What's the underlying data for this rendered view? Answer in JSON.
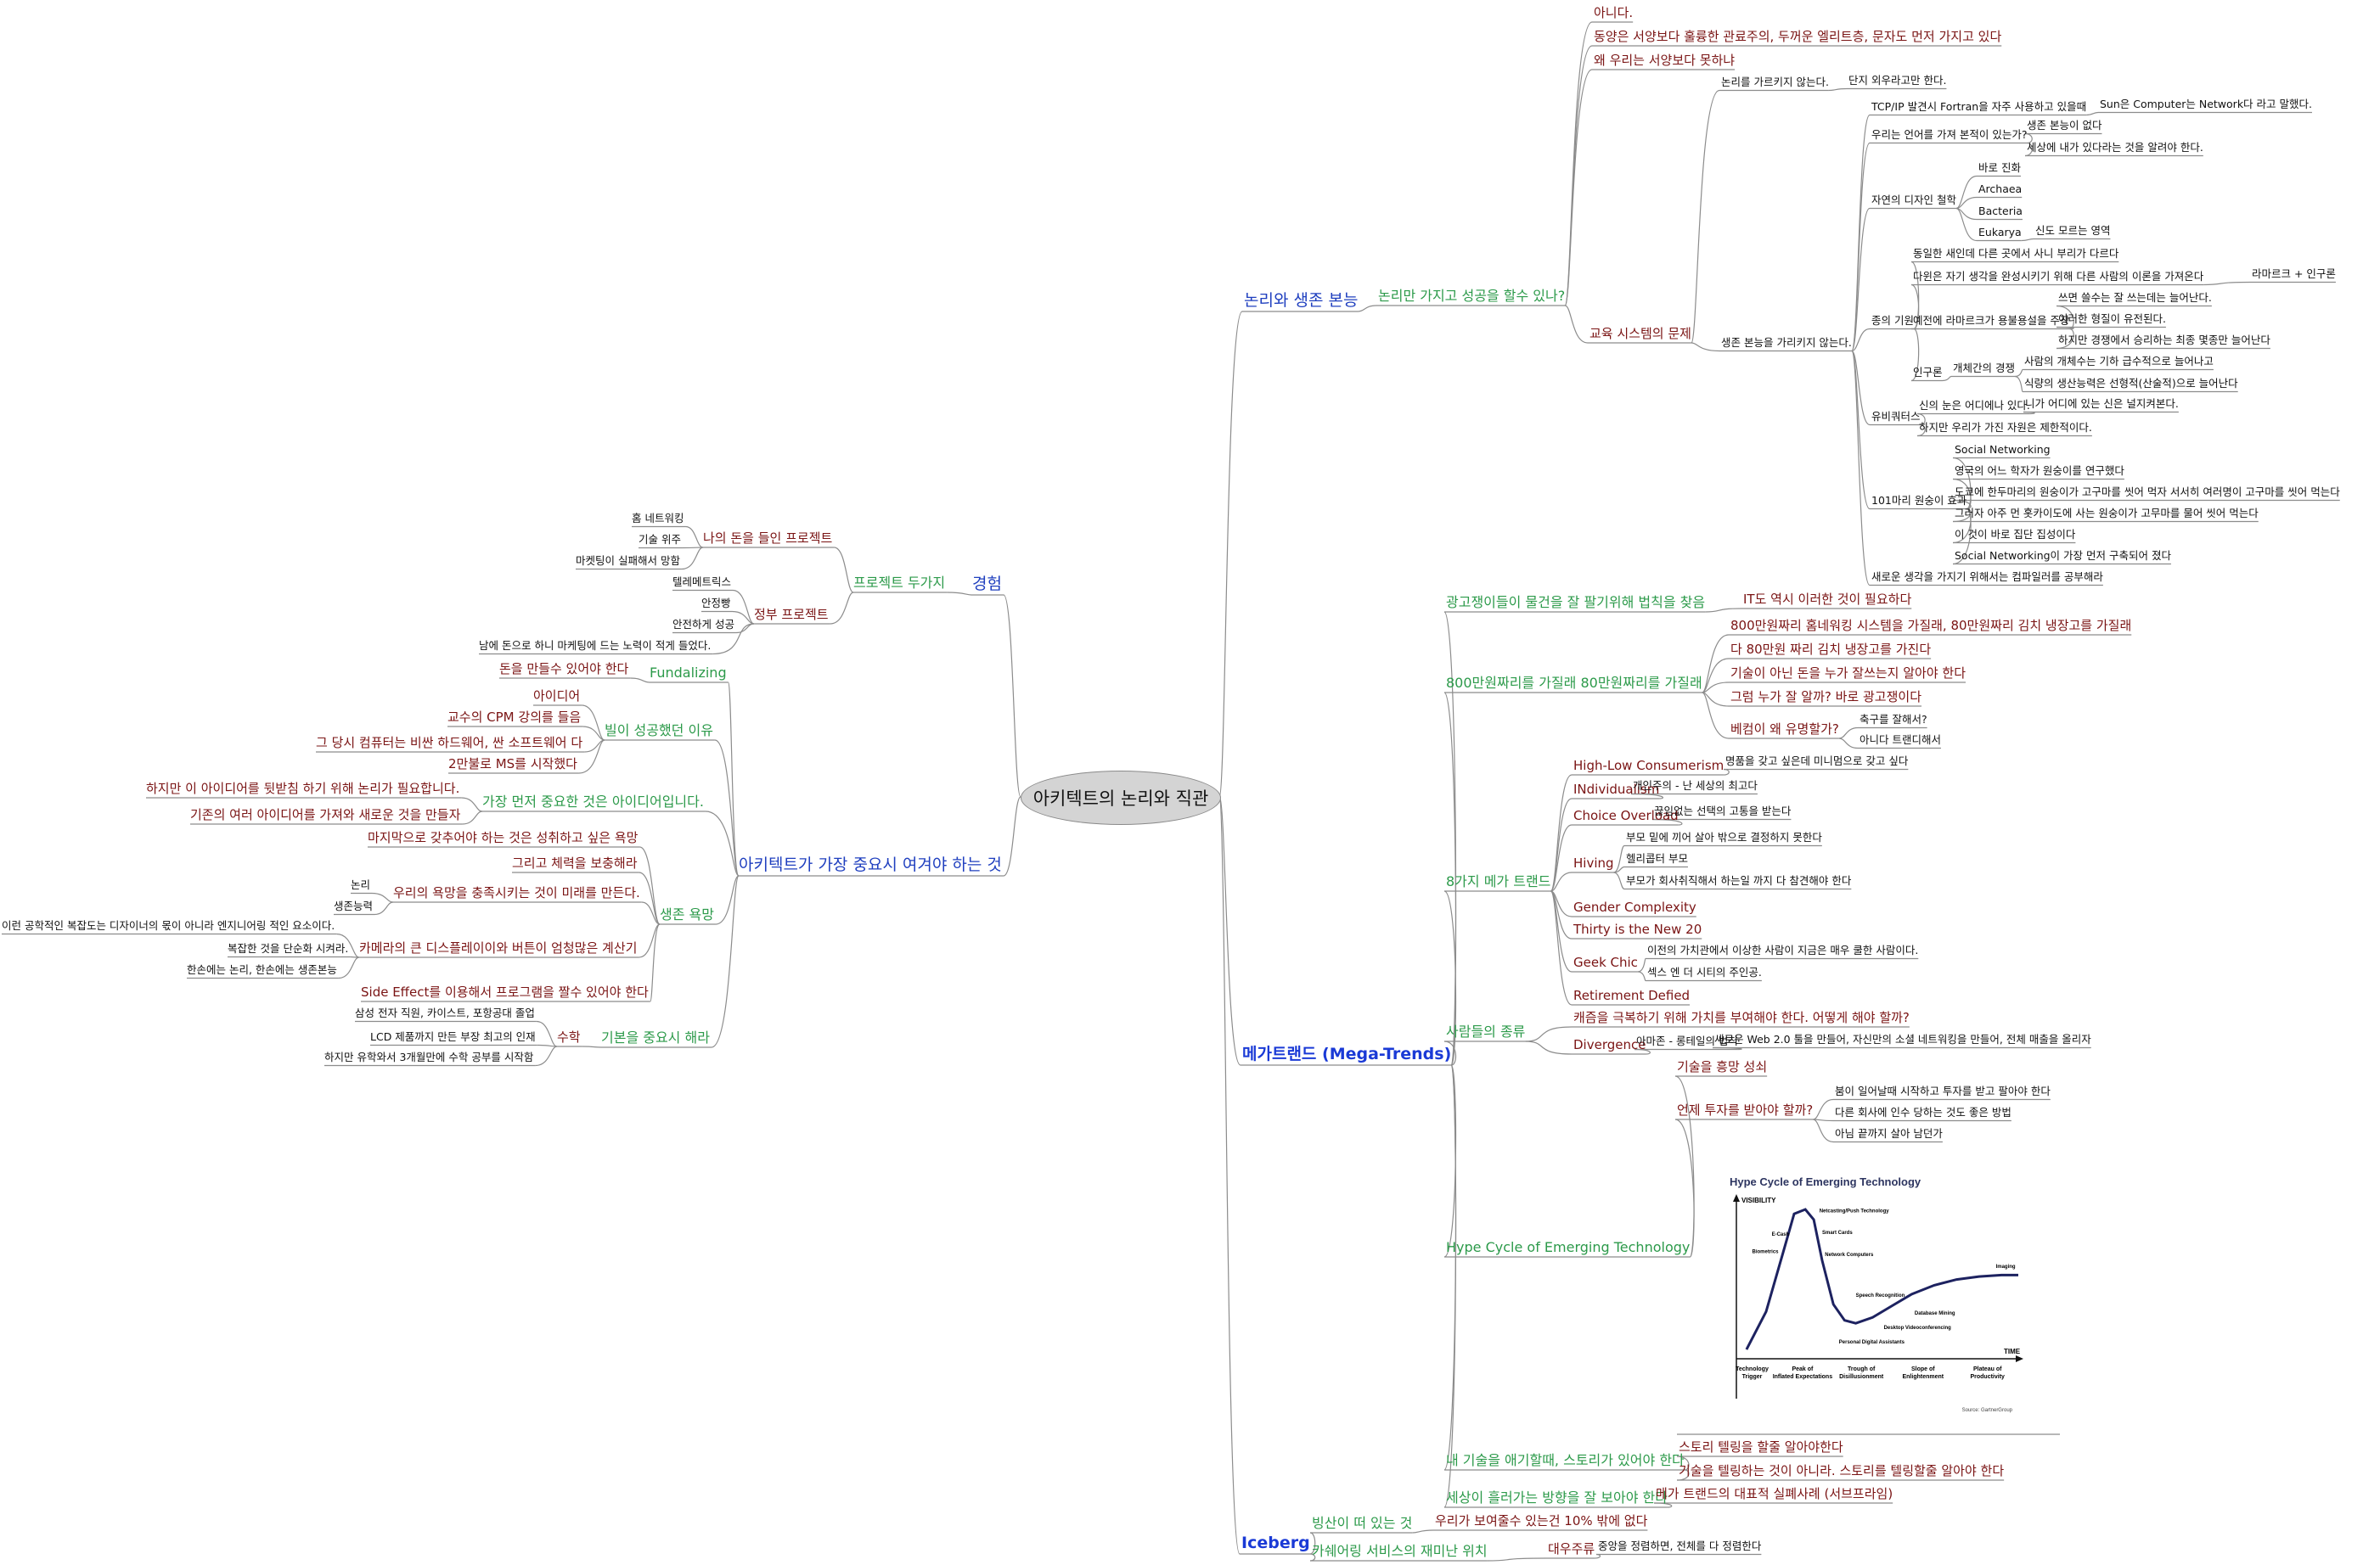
{
  "root": "아키텍트의 논리와 직관",
  "colors": {
    "level1": "#1f3fbf",
    "level2": "#2c9a4a",
    "level3": "#7a1414",
    "leaf": "#111111",
    "connector": "#8c8c8c",
    "root_fill": "#d4d4d4"
  },
  "nodes": [
    {
      "id": "n1",
      "t": "논리와 생존 본능",
      "c": "blue"
    },
    {
      "id": "n1a",
      "t": "논리만 가지고 성공을 할수 있나?",
      "c": "green"
    },
    {
      "id": "n1a1",
      "t": "아니다.",
      "c": "red"
    },
    {
      "id": "n1a2",
      "t": "동양은 서양보다 훌륭한 관료주의, 두꺼운 엘리트층, 문자도 먼저 가지고 있다",
      "c": "red"
    },
    {
      "id": "n1a3",
      "t": "왜 우리는 서양보다 못하냐",
      "c": "red"
    },
    {
      "id": "n1a4",
      "t": "교육 시스템의 문제",
      "c": "red"
    },
    {
      "id": "n1a4a",
      "t": "논리를 가르키지 않는다.",
      "c": "black"
    },
    {
      "id": "n1a4a1",
      "t": "단지 외우라고만 한다.",
      "c": "black"
    },
    {
      "id": "n1a4b",
      "t": "생존 본능을 가리키지 않는다.",
      "c": "black"
    },
    {
      "id": "b1",
      "t": "TCP/IP 발견시 Fortran을 자주 사용하고 있을때",
      "c": "black"
    },
    {
      "id": "b1a",
      "t": "Sun은 Computer는 Network다 라고 말했다.",
      "c": "black"
    },
    {
      "id": "b2",
      "t": "우리는 언어를 가져 본적이 있는가?",
      "c": "black"
    },
    {
      "id": "b2a",
      "t": "생존 본능이 없다",
      "c": "black"
    },
    {
      "id": "b2b",
      "t": "세상에 내가 있다라는 것을 알려야 한다.",
      "c": "black"
    },
    {
      "id": "b3",
      "t": "자연의 디자인 철학",
      "c": "black"
    },
    {
      "id": "b3a",
      "t": "바로 진화",
      "c": "black"
    },
    {
      "id": "b3b",
      "t": "Archaea",
      "c": "black"
    },
    {
      "id": "b3c",
      "t": "Bacteria",
      "c": "black"
    },
    {
      "id": "b3d",
      "t": "Eukarya",
      "c": "black"
    },
    {
      "id": "b3d1",
      "t": "신도 모르는 영역",
      "c": "black"
    },
    {
      "id": "b4",
      "t": "종의 기원",
      "c": "black"
    },
    {
      "id": "b4a",
      "t": "동일한 새인데 다른 곳에서 사니 부리가 다르다",
      "c": "black"
    },
    {
      "id": "b4b",
      "t": "다윈은 자기 생각을 완성시키기 위해 다른 사람의 이론을 가져온다",
      "c": "black"
    },
    {
      "id": "b4b1",
      "t": "라마르크  + 인구론",
      "c": "black"
    },
    {
      "id": "b4c",
      "t": "예전에 라마르크가 용불용설을 주장",
      "c": "black"
    },
    {
      "id": "b4c1",
      "t": "쓰면 쓸수는 잘 쓰는데는 늘어난다.",
      "c": "black"
    },
    {
      "id": "b4c2",
      "t": "이러한 형질이 유전된다.",
      "c": "black"
    },
    {
      "id": "b4c3",
      "t": "하지만 경쟁에서 승리하는 최종 몇종만 늘어난다",
      "c": "black"
    },
    {
      "id": "b4d",
      "t": "인구론",
      "c": "black"
    },
    {
      "id": "b4d1",
      "t": "개체간의 경쟁",
      "c": "black"
    },
    {
      "id": "b4d1a",
      "t": "사람의 개체수는 기하 급수적으로 늘어나고",
      "c": "black"
    },
    {
      "id": "b4d1b",
      "t": "식량의 생산능력은 선형적(산술적)으로 늘어난다",
      "c": "black"
    },
    {
      "id": "b5",
      "t": "유비쿼터스",
      "c": "black"
    },
    {
      "id": "b5a",
      "t": "신의 눈은 어디에나 있다.",
      "c": "black"
    },
    {
      "id": "b5a1",
      "t": "니가 어디에 있는 신은 널지켜본다.",
      "c": "black"
    },
    {
      "id": "b5b",
      "t": "하지만 우리가 가진 자원은 제한적이다.",
      "c": "black"
    },
    {
      "id": "b6",
      "t": "101마리 원숭이 효과",
      "c": "black"
    },
    {
      "id": "b6a",
      "t": "Social Networking",
      "c": "black"
    },
    {
      "id": "b6b",
      "t": "영국의 어느 학자가 원숭이를 연구했다",
      "c": "black"
    },
    {
      "id": "b6c",
      "t": "도쿄에 한두마리의 원숭이가 고구마를 씻어 먹자 서서히 여러명이 고구마를 씻어 먹는다",
      "c": "black"
    },
    {
      "id": "b6d",
      "t": "그러자 아주 먼 홋카이도에 사는 원숭이가 고무마를 물어 씻어 먹는다",
      "c": "black"
    },
    {
      "id": "b6e",
      "t": "이 것이 바로 집단 집성이다",
      "c": "black"
    },
    {
      "id": "b6f",
      "t": "Social Networking이 가장 먼저 구축되어 졌다",
      "c": "black"
    },
    {
      "id": "b7",
      "t": "새로운 생각을 가지기 위해서는 컴파일러를 공부해라",
      "c": "black"
    },
    {
      "id": "m",
      "t": "메가트랜드 (Mega-Trends)",
      "c": "blueb"
    },
    {
      "id": "m1",
      "t": "광고쟁이들이 물건을 잘 팔기위해 법칙을 찾음",
      "c": "green"
    },
    {
      "id": "m1a",
      "t": "IT도 역시 이러한 것이 필요하다",
      "c": "red"
    },
    {
      "id": "m2",
      "t": "800만원짜리를 가질래 80만원짜리를 가질래",
      "c": "green"
    },
    {
      "id": "m2a",
      "t": "800만원짜리 홈네워킹 시스템을 가질래, 80만원짜리 김치 냉장고를 가질래",
      "c": "red"
    },
    {
      "id": "m2b",
      "t": "다 80만원 짜리 김치 냉장고를 가진다",
      "c": "red"
    },
    {
      "id": "m2c",
      "t": "기술이 아닌 돈을 누가 잘쓰는지 알아야 한다",
      "c": "red"
    },
    {
      "id": "m2d",
      "t": "그럼 누가 잘 알까? 바로 광고쟁이다",
      "c": "red"
    },
    {
      "id": "m2e",
      "t": "베컴이 왜 유명할가?",
      "c": "red"
    },
    {
      "id": "m2e1",
      "t": "축구를 잘해서?",
      "c": "black"
    },
    {
      "id": "m2e2",
      "t": "아니다 트랜디해서",
      "c": "black"
    },
    {
      "id": "m3",
      "t": "8가지 메가 트랜드",
      "c": "green"
    },
    {
      "id": "m3a",
      "t": "High-Low Consumerism",
      "c": "red"
    },
    {
      "id": "m3a1",
      "t": "명품을 갖고 싶은데 미니멈으로 갖고 싶다",
      "c": "black"
    },
    {
      "id": "m3b",
      "t": "INdividualism",
      "c": "red"
    },
    {
      "id": "m3b1",
      "t": "개인주의 - 난 세상의 최고다",
      "c": "black"
    },
    {
      "id": "m3c",
      "t": "Choice Overload",
      "c": "red"
    },
    {
      "id": "m3c1",
      "t": "끊임없는 선택의 고통을 받는다",
      "c": "black"
    },
    {
      "id": "m3d",
      "t": "Hiving",
      "c": "red"
    },
    {
      "id": "m3d1",
      "t": "부모 밑에 끼어 살아 밖으로 결정하지 못한다",
      "c": "black"
    },
    {
      "id": "m3d2",
      "t": "헬리콥터 부모",
      "c": "black"
    },
    {
      "id": "m3d3",
      "t": "부모가 회사취직해서 하는일 까지 다 참견해야 한다",
      "c": "black"
    },
    {
      "id": "m3e",
      "t": "Gender Complexity",
      "c": "red"
    },
    {
      "id": "m3f",
      "t": "Thirty is the New 20",
      "c": "red"
    },
    {
      "id": "m3g",
      "t": "Geek Chic",
      "c": "red"
    },
    {
      "id": "m3g1",
      "t": "이전의 가치관에서 이상한 사람이 지금은 매우 쿨한 사람이다.",
      "c": "black"
    },
    {
      "id": "m3g2",
      "t": "섹스 엔 더 시티의 주인공.",
      "c": "black"
    },
    {
      "id": "m3h",
      "t": "Retirement Defied",
      "c": "red"
    },
    {
      "id": "m4",
      "t": "사람들의 종류",
      "c": "green"
    },
    {
      "id": "m4a",
      "t": "캐즘을 극복하기 위해 가치를 부여해야 한다. 어떻게 해야 할까?",
      "c": "red"
    },
    {
      "id": "m4b",
      "t": "Divergence",
      "c": "red"
    },
    {
      "id": "m4b1",
      "t": "아마존 - 롱테일의 법칙",
      "c": "black"
    },
    {
      "id": "m4b1a",
      "t": "새로운 Web 2.0 툴을 만들어, 자신만의 소셜 네트워킹을 만들어, 전체 매출을 올리자",
      "c": "black"
    },
    {
      "id": "m5",
      "t": "Hype Cycle of Emerging Technology",
      "c": "green"
    },
    {
      "id": "m5a",
      "t": "기술을 흥망 성쇠",
      "c": "red"
    },
    {
      "id": "m5b",
      "t": "언제 투자를 받아야 할까?",
      "c": "red"
    },
    {
      "id": "m5b1",
      "t": "붐이 일어날때 시작하고 투자를 받고 팔아야 한다",
      "c": "black"
    },
    {
      "id": "m5b2",
      "t": "다른 회사에 인수 당하는 것도 좋은 방법",
      "c": "black"
    },
    {
      "id": "m5b3",
      "t": "아님 끝까지 살아 남던가",
      "c": "black"
    },
    {
      "id": "m6",
      "t": "내 기술을 애기할때, 스토리가 있어야 한다",
      "c": "green"
    },
    {
      "id": "m6a",
      "t": "스토리 텔링을 할줄 알아야한다",
      "c": "red"
    },
    {
      "id": "m6b",
      "t": "기술을 텔링하는 것이 아니라. 스토리를 텔링할줄 알아야 한다",
      "c": "red"
    },
    {
      "id": "m7",
      "t": "세상이 흘러가는 방향을 잘 보아야 한다",
      "c": "green"
    },
    {
      "id": "m7a",
      "t": "메가 트랜드의 대표적 실폐사례 (서브프라임)",
      "c": "red"
    },
    {
      "id": "i",
      "t": "Iceberg",
      "c": "blueb"
    },
    {
      "id": "i1",
      "t": "빙산이 떠 있는 것",
      "c": "green"
    },
    {
      "id": "i1a",
      "t": "우리가 보여줄수 있는건 10% 밖에 없다",
      "c": "red"
    },
    {
      "id": "i2",
      "t": "카쉐어링 서비스의 재미난 위치",
      "c": "green"
    },
    {
      "id": "i2a",
      "t": "대우주류",
      "c": "red"
    },
    {
      "id": "i2a1",
      "t": "중앙을 정렴하면, 전체를 다 정렴한다",
      "c": "black"
    },
    {
      "id": "e",
      "t": "경험",
      "c": "blue"
    },
    {
      "id": "e1",
      "t": "프로젝트 두가지",
      "c": "green"
    },
    {
      "id": "e1a",
      "t": "나의 돈을 들인 프로젝트",
      "c": "red"
    },
    {
      "id": "e1a1",
      "t": "홈 네트워킹",
      "c": "black"
    },
    {
      "id": "e1a2",
      "t": "기술 위주",
      "c": "black"
    },
    {
      "id": "e1a3",
      "t": "마켓팅이 실패해서 망함",
      "c": "black"
    },
    {
      "id": "e1b",
      "t": "정부 프로젝트",
      "c": "red"
    },
    {
      "id": "e1b1",
      "t": "텔레메트릭스",
      "c": "black"
    },
    {
      "id": "e1b2",
      "t": "안정빵",
      "c": "black"
    },
    {
      "id": "e1b3",
      "t": "안전하게 성공",
      "c": "black"
    },
    {
      "id": "e1b4",
      "t": "남에 돈으로 하니 마케팅에 드는 노력이 적게 들었다.",
      "c": "black"
    },
    {
      "id": "a",
      "t": "아키텍트가 가장 중요시 여겨야 하는 것",
      "c": "blue"
    },
    {
      "id": "a1",
      "t": "Fundalizing",
      "c": "green"
    },
    {
      "id": "a1a",
      "t": "돈을 만들수 있어야 한다",
      "c": "red"
    },
    {
      "id": "a2",
      "t": "빌이 성공했던 이유",
      "c": "green"
    },
    {
      "id": "a2a",
      "t": "아이디어",
      "c": "red"
    },
    {
      "id": "a2b",
      "t": "교수의 CPM 강의를 들음",
      "c": "red"
    },
    {
      "id": "a2c",
      "t": "그 당시 컴퓨터는 비싼 하드웨어, 싼 소프트웨어 다",
      "c": "red"
    },
    {
      "id": "a2d",
      "t": "2만불로 MS를 시작했다",
      "c": "red"
    },
    {
      "id": "a3",
      "t": "가장 먼저 중요한 것은 아이디어입니다.",
      "c": "green"
    },
    {
      "id": "a3a",
      "t": "하지만 이 아이디어를 뒷받침 하기 위해  논리가 필요합니다.",
      "c": "red"
    },
    {
      "id": "a3b",
      "t": "기존의 여러 아이디어를 가져와 새로운 것을 만들자",
      "c": "red"
    },
    {
      "id": "a4",
      "t": "생존 욕망",
      "c": "green"
    },
    {
      "id": "a4a",
      "t": "마지막으로 갖추어야 하는 것은 성취하고 싶은 욕망",
      "c": "red"
    },
    {
      "id": "a4b",
      "t": "그리고 체력을 보충해라",
      "c": "red"
    },
    {
      "id": "a4c",
      "t": "우리의 욕망을 충족시키는 것이 미래를 만든다.",
      "c": "red"
    },
    {
      "id": "a4c1",
      "t": "논리",
      "c": "black"
    },
    {
      "id": "a4c2",
      "t": "생존능력",
      "c": "black"
    },
    {
      "id": "a4d",
      "t": "카메라의 큰 디스플레이이와 버튼이 엄청많은 계산기",
      "c": "red"
    },
    {
      "id": "a4d1",
      "t": "이런 공학적인 복잡도는 디자이너의 몫이 아니라 엔지니어링 적인 요소이다.",
      "c": "black"
    },
    {
      "id": "a4d2",
      "t": "복잡한 것을 단순화 시켜라.",
      "c": "black"
    },
    {
      "id": "a4d3",
      "t": "한손에는 논리, 한손에는 생존본능",
      "c": "black"
    },
    {
      "id": "a4e",
      "t": "Side Effect를 이용해서 프로그램을 짤수 있어야 한다",
      "c": "red"
    },
    {
      "id": "a5",
      "t": "기본을 중요시 해라",
      "c": "green"
    },
    {
      "id": "a5a",
      "t": "수학",
      "c": "red"
    },
    {
      "id": "a5a1",
      "t": "삼성 전자 직원, 카이스트, 포항공대 졸업",
      "c": "black"
    },
    {
      "id": "a5a2",
      "t": "LCD 제품까지 만든 부장 최고의 인재",
      "c": "black"
    },
    {
      "id": "a5a3",
      "t": "하지만 유학와서 3개월만에 수학 공부를 시작함",
      "c": "black"
    }
  ],
  "hype_cycle": {
    "chart_data": {
      "type": "line",
      "title": "Hype Cycle of Emerging Technology",
      "ylabel": "VISIBILITY",
      "xlabel": "TIME",
      "phases": [
        "Technology Trigger",
        "Peak of Inflated Expectations",
        "Trough of Disillusionment",
        "Slope of Enlightenment",
        "Plateau of Productivity"
      ],
      "curve": {
        "x": [
          0.03,
          0.1,
          0.16,
          0.2,
          0.24,
          0.27,
          0.3,
          0.34,
          0.38,
          0.42,
          0.48,
          0.55,
          0.62,
          0.7,
          0.78,
          0.86,
          0.94,
          1.0
        ],
        "y": [
          0.04,
          0.3,
          0.7,
          0.97,
          1.0,
          0.93,
          0.65,
          0.35,
          0.24,
          0.22,
          0.26,
          0.34,
          0.42,
          0.48,
          0.52,
          0.54,
          0.55,
          0.55
        ]
      },
      "annotations": [
        "E-Cash",
        "Biometrics",
        "Netcasting/Push Technology",
        "Smart Cards",
        "Network Computers",
        "Speech Recognition",
        "Personal Digital Assistants",
        "Desktop Videoconferencing",
        "Database Mining",
        "Imaging"
      ],
      "source": "Source: GartnerGroup"
    }
  }
}
